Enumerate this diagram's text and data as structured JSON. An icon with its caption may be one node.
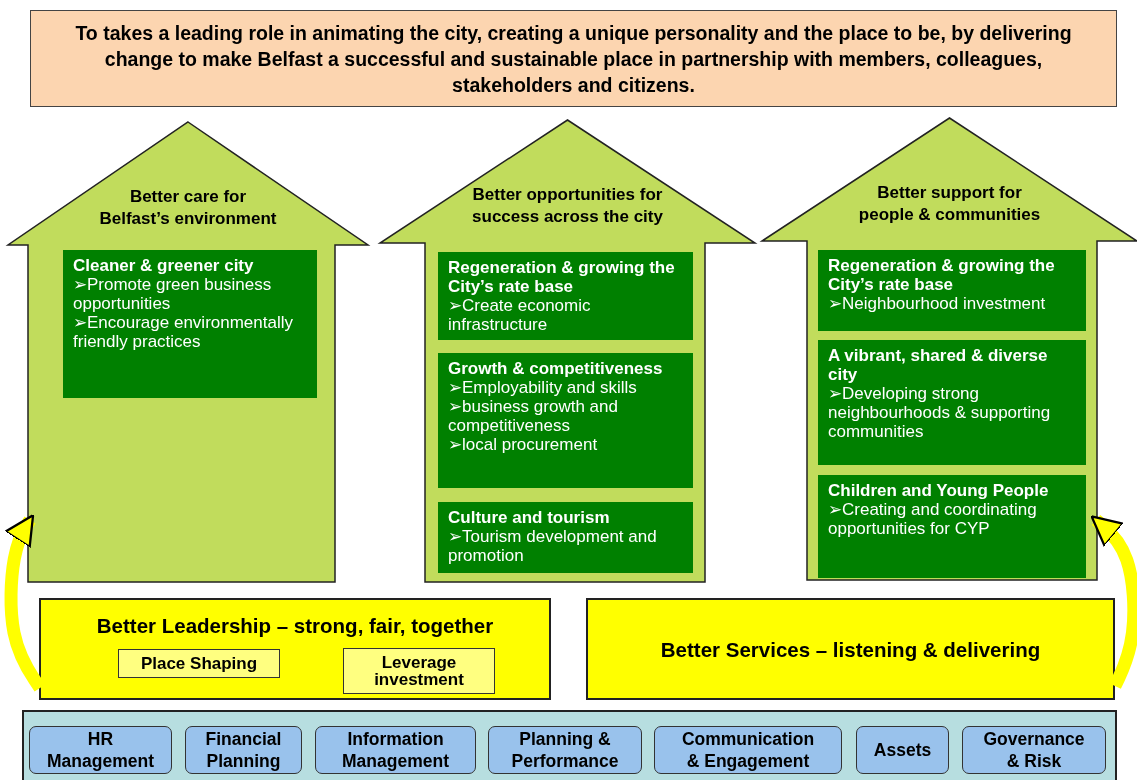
{
  "diagram": {
    "nodes": [
      {
        "text": [
          "To takes a leading role in animating the city, creating a unique personality and the place to be, by delivering change to make Belfast a successful and sustainable place in partnership with members, colleagues, stakeholders and citizens."
        ]
      },
      {
        "text": [
          "Better care for Belfast’s environment"
        ]
      },
      {
        "text": [
          "Cleaner & greener city",
          "➢Promote green business opportunities",
          "➢Encourage environmentally friendly practices"
        ],
        "in": 1
      },
      {
        "text": [
          "Better opportunities for success across the city"
        ]
      },
      {
        "text": [
          "Regeneration & growing the City’s rate base",
          "➢Create economic infrastructure"
        ],
        "in": 3
      },
      {
        "text": [
          "Growth & competitiveness",
          "➢Employability and skills",
          "➢business growth and competitiveness",
          "➢local procurement"
        ],
        "in": 3
      },
      {
        "text": [
          "Culture and tourism",
          "➢Tourism development and promotion"
        ],
        "in": 3
      },
      {
        "text": [
          "Better support for people & communities"
        ]
      },
      {
        "text": [
          "Regeneration & growing the City’s rate base",
          "➢Neighbourhood investment"
        ],
        "in": 7
      },
      {
        "text": [
          "A vibrant, shared & diverse city",
          "➢Developing strong neighbourhoods & supporting communities"
        ],
        "in": 7
      },
      {
        "text": [
          "Children and Young People",
          "➢Creating and coordinating opportunities for CYP"
        ],
        "in": 7
      },
      {
        "text": [
          "Better Leadership – strong, fair, together"
        ]
      },
      {
        "text": [
          "Place Shaping"
        ],
        "in": 11
      },
      {
        "text": [
          "Leverage investment"
        ],
        "in": 11
      },
      {
        "text": [
          "Better Services – listening & delivering"
        ]
      },
      {
        "text": [],
        "shape": "box"
      },
      {
        "text": [
          "HR Management"
        ],
        "in": 15
      },
      {
        "text": [
          "Financial Planning"
        ],
        "in": 15
      },
      {
        "text": [
          "Information Management"
        ],
        "in": 15
      },
      {
        "text": [
          "Planning & Performance"
        ],
        "in": 15
      },
      {
        "text": [
          "Communication & Engagement"
        ],
        "in": 15
      },
      {
        "text": [
          "Assets"
        ],
        "in": 15
      },
      {
        "text": [
          "Governance & Risk"
        ],
        "in": 15
      }
    ],
    "edges": [
      {
        "from": 11,
        "to": 1,
        "arrow": "to"
      },
      {
        "from": 14,
        "to": 7,
        "arrow": "to"
      }
    ]
  }
}
